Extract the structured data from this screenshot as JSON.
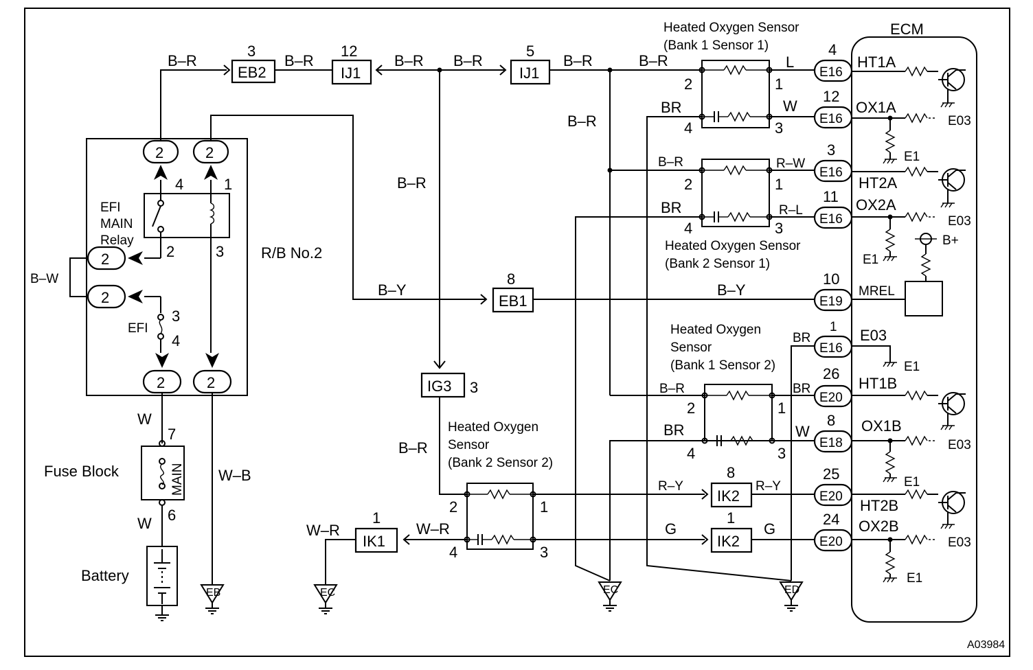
{
  "wires": {
    "b_r": "B–R",
    "b_w": "B–W",
    "b_y": "B–Y",
    "br": "BR",
    "l": "L",
    "w": "W",
    "r_w": "R–W",
    "r_l": "R–L",
    "r_y": "R–Y",
    "w_r": "W–R",
    "g": "G",
    "w_b": "W–B"
  },
  "connectors": {
    "eb2": "EB2",
    "ij1": "IJ1",
    "eb1": "EB1",
    "ig3": "IG3",
    "ik1": "IK1",
    "ik2": "IK2",
    "e16": "E16",
    "e18": "E18",
    "e19": "E19",
    "e20": "E20",
    "rb": "2"
  },
  "pins": {
    "p1": "1",
    "p2": "2",
    "p3": "3",
    "p4": "4",
    "p5": "5",
    "p6": "6",
    "p7": "7",
    "p8": "8",
    "p10": "10",
    "p11": "11",
    "p12": "12",
    "p24": "24",
    "p25": "25",
    "p26": "26"
  },
  "components": {
    "ecm": "ECM",
    "relay": [
      "EFI",
      "MAIN",
      "Relay"
    ],
    "rb": "R/B No.2",
    "efi": "EFI",
    "fuse_block": "Fuse Block",
    "main": "MAIN",
    "battery": "Battery",
    "sensor_b1s1": [
      "Heated Oxygen Sensor",
      "(Bank 1 Sensor 1)"
    ],
    "sensor_b2s1": [
      "Heated Oxygen Sensor",
      "(Bank 2 Sensor 1)"
    ],
    "sensor_b1s2": [
      "Heated Oxygen",
      "Sensor",
      "(Bank 1 Sensor 2)"
    ],
    "sensor_b2s2": [
      "Heated Oxygen",
      "Sensor",
      "(Bank 2 Sensor 2)"
    ]
  },
  "ecm_terminals": {
    "ht1a": "HT1A",
    "ox1a": "OX1A",
    "ht2a": "HT2A",
    "ox2a": "OX2A",
    "mrel": "MREL",
    "e03": "E03",
    "ht1b": "HT1B",
    "ox1b": "OX1B",
    "ht2b": "HT2B",
    "ox2b": "OX2B",
    "e1": "E1",
    "bplus": "B+"
  },
  "grounds": {
    "eb": "EB",
    "ec": "EC",
    "ed": "ED"
  },
  "figure_id": "A03984"
}
